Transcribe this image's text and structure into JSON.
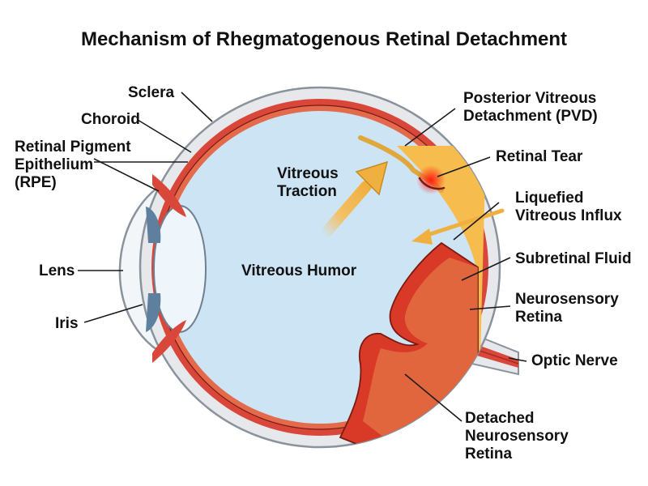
{
  "title": "Mechanism of Rhegmatogenous Retinal Detachment",
  "labels": {
    "sclera": "Sclera",
    "choroid": "Choroid",
    "rpe": [
      "Retinal Pigment",
      "Epithelium",
      "(RPE)"
    ],
    "lens": "Lens",
    "iris": "Iris",
    "vitreous_traction": [
      "Vitreous",
      "Traction"
    ],
    "vitreous_humor": "Vitreous Humor",
    "pvd": [
      "Posterior Vitreous",
      "Detachment (PVD)"
    ],
    "retinal_tear": "Retinal Tear",
    "liquefied_influx": [
      "Liquefied",
      "Vitreous Influx"
    ],
    "subretinal_fluid": "Subretinal Fluid",
    "neurosensory_retina": [
      "Neurosensory",
      "Retina"
    ],
    "optic_nerve": "Optic Nerve",
    "detached_retina": [
      "Detached",
      "Neurosensory",
      "Retina"
    ]
  },
  "colors": {
    "sclera": "#e6e8ec",
    "sclera_edge": "#8a939c",
    "choroid": "#d9473a",
    "retina": "#e46a4c",
    "vitreous": "#cde4f4",
    "lens": "#eef6fc",
    "iris": "#5f7f9e",
    "subretinal_fluid": "#f7bc4e",
    "arrow": "#f3c064"
  }
}
